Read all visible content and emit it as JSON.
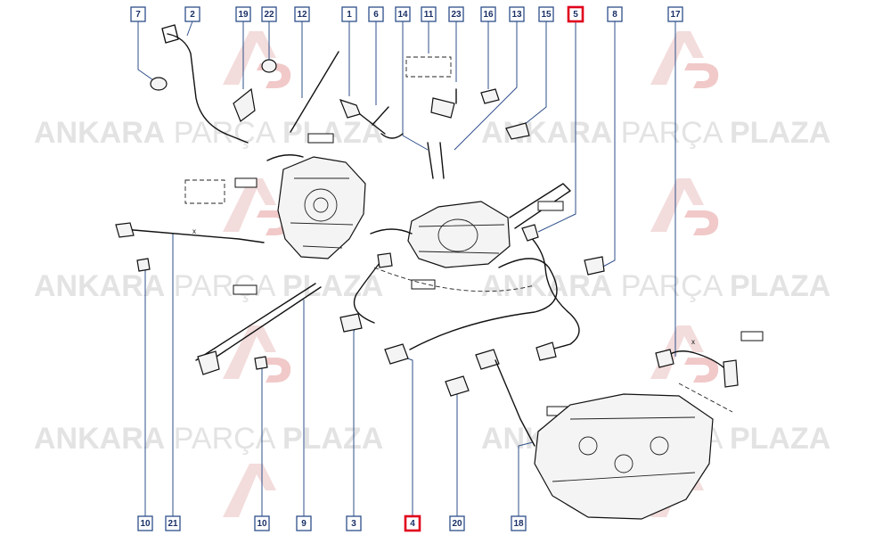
{
  "watermark": {
    "brand_a": "ANKARA",
    "brand_b": "PARÇA",
    "brand_c": "PLAZA",
    "logo": "ap-logo"
  },
  "colors": {
    "callout_border": "#2e4f8a",
    "highlight_border": "#e0001b",
    "watermark": "#e3e3e3"
  },
  "callouts_top": [
    "7",
    "2",
    "19",
    "22",
    "12",
    "1",
    "6",
    "14",
    "11",
    "23",
    "16",
    "13",
    "15",
    "5",
    "8",
    "17"
  ],
  "callouts_bottom": [
    "10",
    "21",
    "10",
    "9",
    "3",
    "4",
    "20",
    "18"
  ],
  "highlighted": [
    "5",
    "4"
  ],
  "dimension_mark": "x"
}
